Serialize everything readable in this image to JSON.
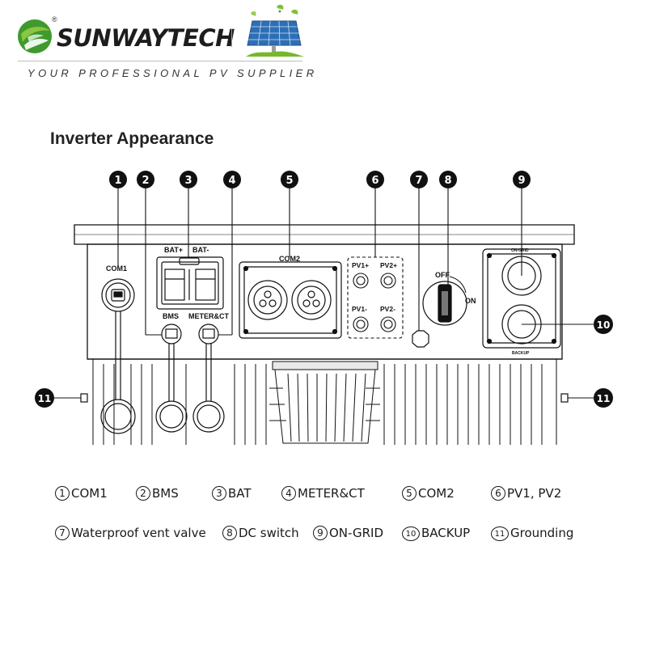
{
  "header": {
    "brand_name": "SUNWAYTECH",
    "registered_mark": "®",
    "tagline": "YOUR PROFESSIONAL PV SUPPLIER",
    "logo_icon": "green-globe-logo-icon",
    "solar_icon": "solar-panel-icon"
  },
  "section_title": "Inverter Appearance",
  "callouts": [
    "1",
    "2",
    "3",
    "4",
    "5",
    "6",
    "7",
    "8",
    "9",
    "10",
    "11",
    "11"
  ],
  "panel_labels": {
    "com1": "COM1",
    "bat_plus": "BAT+",
    "bat_minus": "BAT-",
    "bms": "BMS",
    "meter_ct": "METER&CT",
    "com2": "COM2",
    "pv1_plus": "PV1+",
    "pv2_plus": "PV2+",
    "pv1_minus": "PV1-",
    "pv2_minus": "PV2-",
    "off": "OFF",
    "on": "ON",
    "on_grid": "ON-GRID",
    "backup": "BACKUP"
  },
  "legend": [
    {
      "num": "1",
      "label": "COM1"
    },
    {
      "num": "2",
      "label": "BMS"
    },
    {
      "num": "3",
      "label": "BAT"
    },
    {
      "num": "4",
      "label": "METER&CT"
    },
    {
      "num": "5",
      "label": "COM2"
    },
    {
      "num": "6",
      "label": "PV1, PV2"
    },
    {
      "num": "7",
      "label": "Waterproof vent valve"
    },
    {
      "num": "8",
      "label": "DC switch"
    },
    {
      "num": "9",
      "label": "ON-GRID"
    },
    {
      "num": "10",
      "label": "BACKUP"
    },
    {
      "num": "11",
      "label": "Grounding"
    }
  ],
  "colors": {
    "logo_green": "#3f9a2e",
    "logo_light_green": "#8cc63f",
    "panel_blue": "#2d6fb5",
    "line": "#111111"
  }
}
